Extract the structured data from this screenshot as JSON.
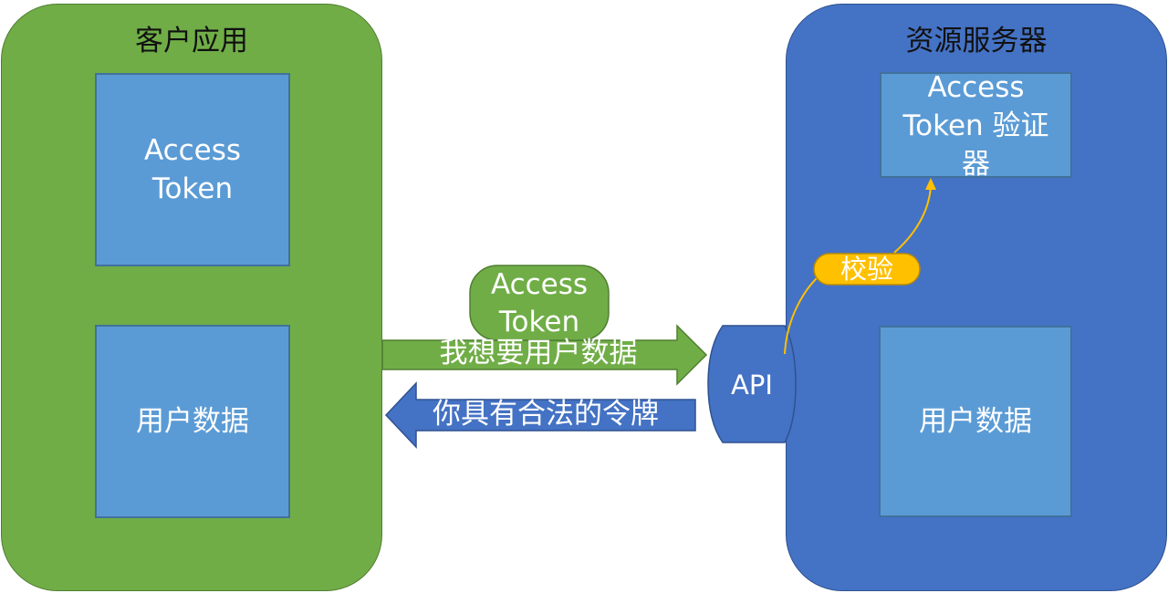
{
  "diagram": {
    "client": {
      "title": "客户应用",
      "access_token_box": [
        "Access",
        "Token"
      ],
      "user_data_box": "用户数据"
    },
    "server": {
      "title": "资源服务器",
      "validator_box": [
        "Access",
        "Token 验证",
        "器"
      ],
      "user_data_box": "用户数据"
    },
    "token_badge": [
      "Access",
      "Token"
    ],
    "request_arrow": "我想要用户数据",
    "response_arrow": "你具有合法的令牌",
    "api_label": "API",
    "verify_label": "校验",
    "colors": {
      "client_green": "#70ad47",
      "server_blue": "#4472c4",
      "box_blue": "#5b9bd5",
      "verify_gold": "#ffc000"
    }
  }
}
